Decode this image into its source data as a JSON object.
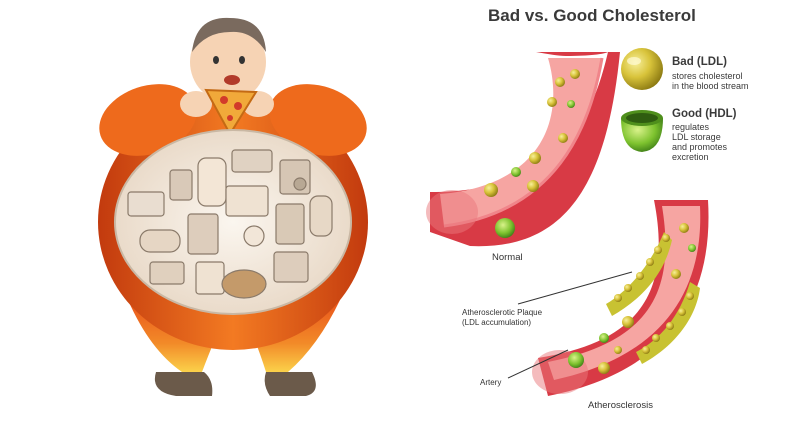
{
  "title": "Bad vs. Good Cholesterol",
  "legend": {
    "ldl": {
      "name": "Bad (LDL)",
      "desc_lines": [
        "stores cholesterol",
        "in the blood stream"
      ],
      "icon": "ldl-yellow-sphere-icon",
      "color": "#c9b22a"
    },
    "hdl": {
      "name": "Good (HDL)",
      "desc_lines": [
        "regulates",
        "LDL storage",
        "and promotes",
        "excretion"
      ],
      "icon": "hdl-green-cup-icon",
      "color": "#6fb52c"
    }
  },
  "labels": {
    "normal": "Normal",
    "atherosclerosis": "Atherosclerosis",
    "plaque_line1": "Atherosclerotic Plaque",
    "plaque_line2": "(LDL accumulation)",
    "artery": "Artery"
  },
  "colors": {
    "artery_outer": "#d83a45",
    "artery_inner": "#f6a5a2",
    "artery_mid": "#ef7a7c",
    "body_orange": "#e8651a",
    "skin": "#f6d3b4",
    "plaque": "#c8c232"
  }
}
